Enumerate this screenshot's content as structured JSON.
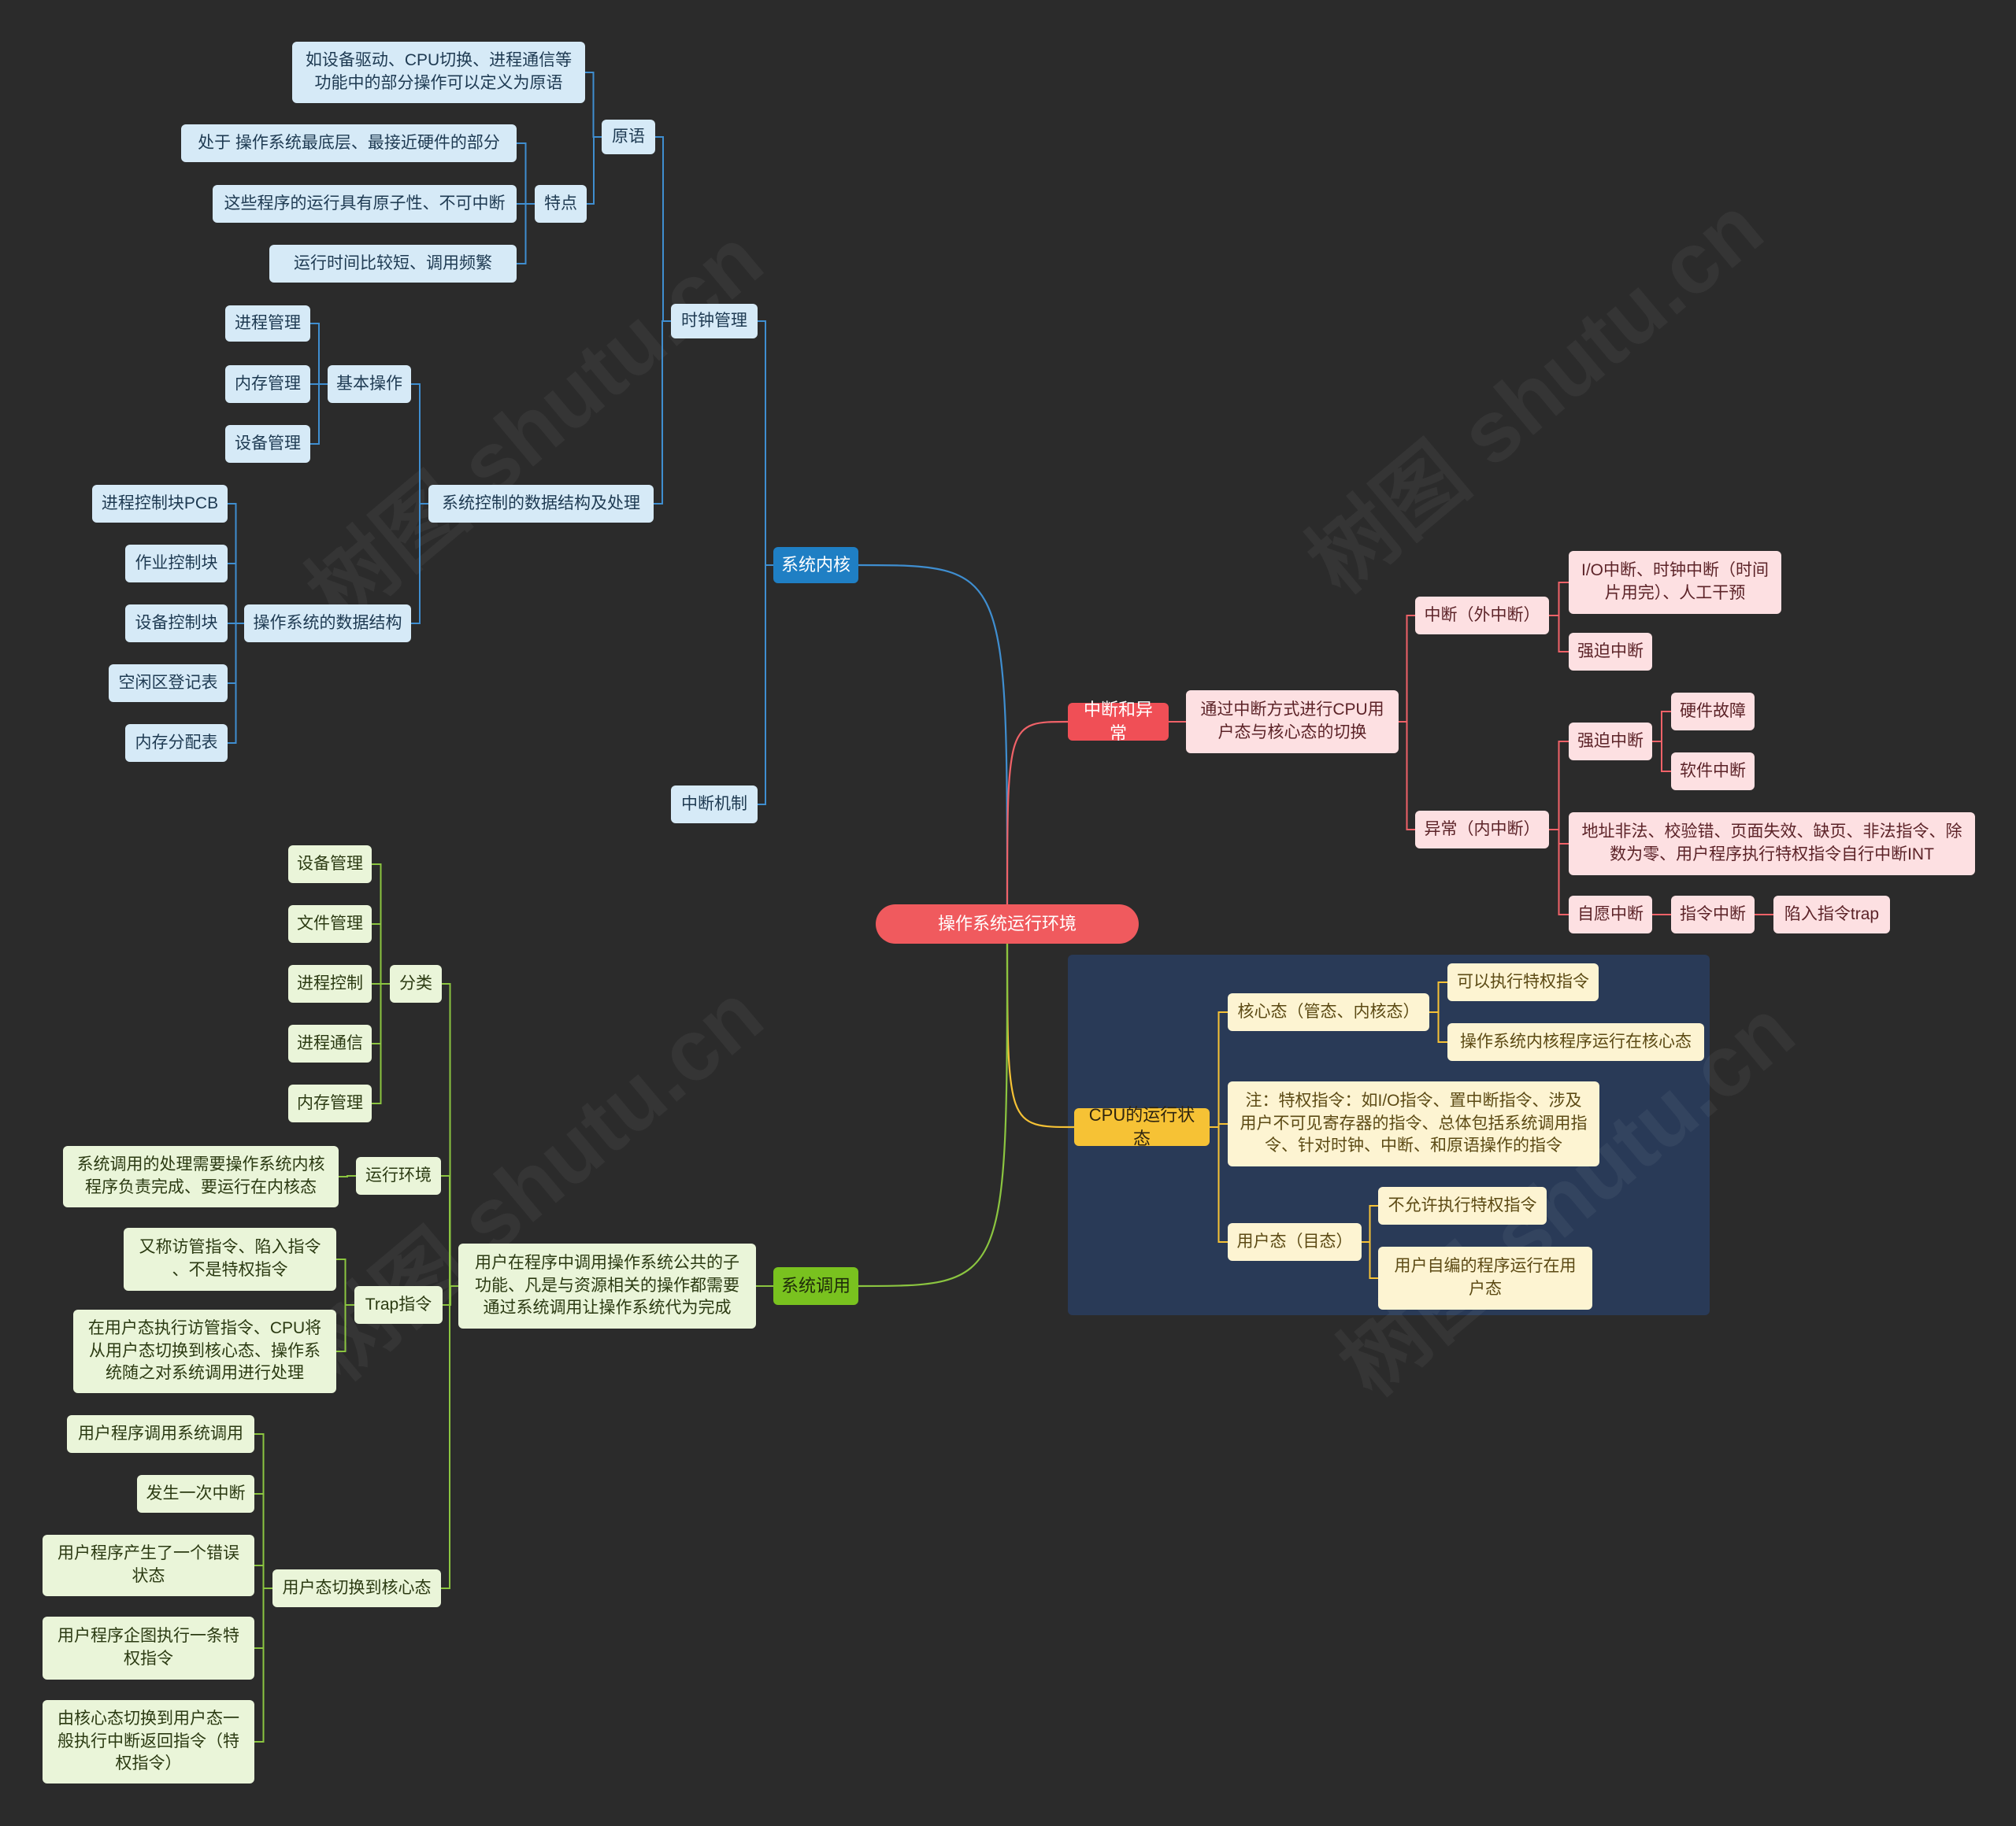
{
  "title": "操作系统运行环境",
  "branches": [
    {
      "label": "系统内核",
      "color": "#3f8ed0",
      "children": [
        {
          "label": "时钟管理",
          "children": [
            {
              "label": "原语",
              "children": [
                {
                  "label": "如设备驱动、CPU切换、进程通信等\n功能中的部分操作可以定义为原语"
                },
                {
                  "label": "特点",
                  "children": [
                    {
                      "label": "处于 操作系统最底层、最接近硬件的部分"
                    },
                    {
                      "label": "这些程序的运行具有原子性、不可中断"
                    },
                    {
                      "label": "运行时间比较短、调用频繁"
                    }
                  ]
                }
              ]
            },
            {
              "label": "系统控制的数据结构及处理",
              "children": [
                {
                  "label": "基本操作",
                  "children": [
                    {
                      "label": "进程管理"
                    },
                    {
                      "label": "内存管理"
                    },
                    {
                      "label": "设备管理"
                    }
                  ]
                },
                {
                  "label": "操作系统的数据结构",
                  "children": [
                    {
                      "label": "进程控制块PCB"
                    },
                    {
                      "label": "作业控制块"
                    },
                    {
                      "label": "设备控制块"
                    },
                    {
                      "label": "空闲区登记表"
                    },
                    {
                      "label": "内存分配表"
                    }
                  ]
                }
              ]
            }
          ]
        },
        {
          "label": "中断机制"
        }
      ]
    },
    {
      "label": "中断和异常",
      "color": "#f06268",
      "children": [
        {
          "label": "通过中断方式进行CPU用\n户态与核心态的切换",
          "children": [
            {
              "label": "中断（外中断）",
              "children": [
                {
                  "label": "I/O中断、时钟中断（时间\n片用完）、人工干预"
                },
                {
                  "label": "强迫中断"
                }
              ]
            },
            {
              "label": "异常（内中断）",
              "children": [
                {
                  "label": "强迫中断",
                  "children": [
                    {
                      "label": "硬件故障"
                    },
                    {
                      "label": "软件中断"
                    }
                  ]
                },
                {
                  "label": "地址非法、校验错、页面失效、缺页、非法指令、除\n数为零、用户程序执行特权指令自行中断INT"
                },
                {
                  "label": "自愿中断",
                  "children": [
                    {
                      "label": "指令中断",
                      "children": [
                        {
                          "label": "陷入指令trap"
                        }
                      ]
                    }
                  ]
                }
              ]
            }
          ]
        }
      ]
    },
    {
      "label": "CPU的运行状态",
      "color": "#f6c235",
      "children": [
        {
          "label": "核心态（管态、内核态）",
          "children": [
            {
              "label": "可以执行特权指令"
            },
            {
              "label": "操作系统内核程序运行在核心态"
            }
          ]
        },
        {
          "label": "注：特权指令：如I/O指令、置中断指令、涉及\n用户不可见寄存器的指令、总体包括系统调用指\n令、针对时钟、中断、和原语操作的指令"
        },
        {
          "label": "用户态（目态）",
          "children": [
            {
              "label": "不允许执行特权指令"
            },
            {
              "label": "用户自编的程序运行在用\n户态"
            }
          ]
        }
      ]
    },
    {
      "label": "系统调用",
      "color": "#8bc540",
      "children": [
        {
          "label": "用户在程序中调用操作系统公共的子\n功能、凡是与资源相关的操作都需要\n通过系统调用让操作系统代为完成",
          "children": [
            {
              "label": "分类",
              "children": [
                {
                  "label": "设备管理"
                },
                {
                  "label": "文件管理"
                },
                {
                  "label": "进程控制"
                },
                {
                  "label": "进程通信"
                },
                {
                  "label": "内存管理"
                }
              ]
            },
            {
              "label": "运行环境",
              "children": [
                {
                  "label": "系统调用的处理需要操作系统内核\n程序负责完成、要运行在内核态"
                }
              ]
            },
            {
              "label": "Trap指令",
              "children": [
                {
                  "label": "又称访管指令、陷入指令\n、不是特权指令"
                },
                {
                  "label": "在用户态执行访管指令、CPU将\n从用户态切换到核心态、操作系\n统随之对系统调用进行处理"
                }
              ]
            },
            {
              "label": "用户态切换到核心态",
              "children": [
                {
                  "label": "用户程序调用系统调用"
                },
                {
                  "label": "发生一次中断"
                },
                {
                  "label": "用户程序产生了一个错误\n状态"
                },
                {
                  "label": "用户程序企图执行一条特\n权指令"
                },
                {
                  "label": "由核心态切换到用户态一\n般执行中断返回指令（特\n权指令）"
                }
              ]
            }
          ]
        }
      ]
    }
  ],
  "watermark": "树图 shutu.cn"
}
